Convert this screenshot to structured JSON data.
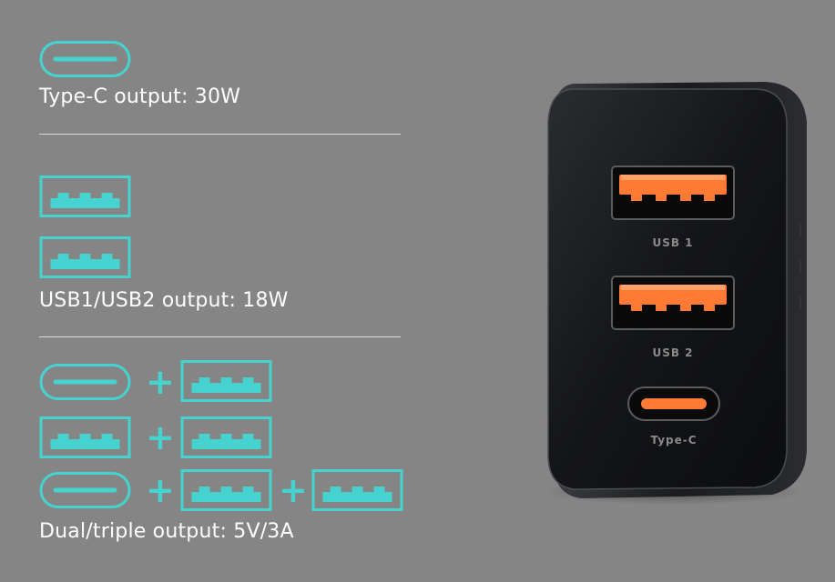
{
  "captions": {
    "type_c": "Type-C output: 30W",
    "usb": "USB1/USB2 output: 18W",
    "dual": "Dual/triple output: 5V/3A"
  },
  "device": {
    "port_labels": [
      "USB 1",
      "USB 2",
      "Type-C"
    ]
  },
  "colors": {
    "accent": "#46d3d0",
    "background": "#858585",
    "port_glow": "#ff7a35"
  },
  "icons": {
    "type_c": "usb-c-port-icon",
    "usb_a": "usb-a-port-icon",
    "plus": "+"
  }
}
